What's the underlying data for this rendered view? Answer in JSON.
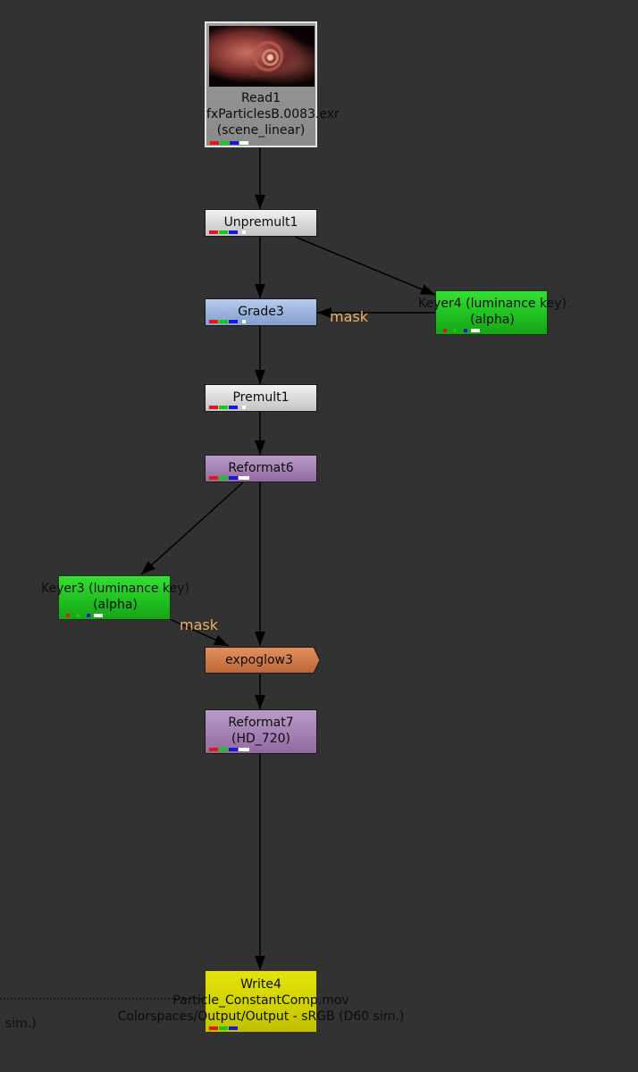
{
  "nodes": {
    "read1": {
      "name": "Read1",
      "file": "fxParticlesB.0083.exr",
      "colorspace": "(scene_linear)"
    },
    "unpremult1": {
      "name": "Unpremult1"
    },
    "grade3": {
      "name": "Grade3"
    },
    "keyer4": {
      "name": "Keyer4 (luminance key)",
      "channel": "(alpha)"
    },
    "premult1": {
      "name": "Premult1"
    },
    "reformat6": {
      "name": "Reformat6"
    },
    "keyer3": {
      "name": "Keyer3 (luminance key)",
      "channel": "(alpha)"
    },
    "expoglow3": {
      "name": "expoglow3"
    },
    "reformat7": {
      "name": "Reformat7",
      "format": "(HD_720)"
    },
    "write4": {
      "name": "Write4",
      "file": "Particle_ConstantComp.mov",
      "colorspace": "Colorspaces/Output/Output - sRGB (D60 sim.)"
    }
  },
  "mask_labels": {
    "keyer4_to_grade3": "mask",
    "keyer3_to_expoglow3": "mask"
  },
  "offscreen_fragment": "sim.)",
  "colors": {
    "background": "#323232",
    "edge": "#000000",
    "mask_label": "#f0b060",
    "node_grey": "#d8d8d8",
    "node_blue": "#98b1dc",
    "node_purple": "#a580b4",
    "node_green": "#20c020",
    "node_orange": "#d07a48",
    "node_yellow": "#d2d200"
  }
}
